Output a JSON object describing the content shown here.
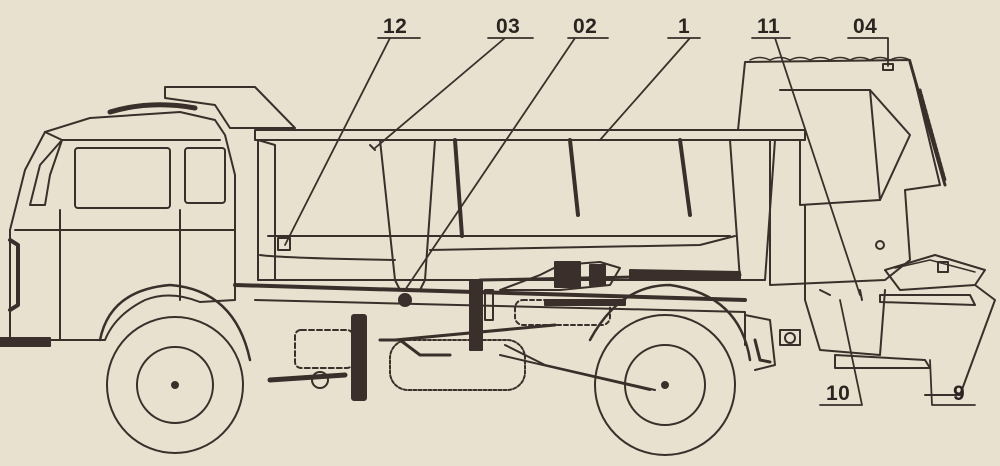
{
  "diagram": {
    "colors": {
      "ink": "#3a2f2a",
      "paper": "#e9e1cf"
    },
    "callouts": [
      {
        "id": "c12",
        "text": "12"
      },
      {
        "id": "c03",
        "text": "03"
      },
      {
        "id": "c02",
        "text": "02"
      },
      {
        "id": "c1",
        "text": "1"
      },
      {
        "id": "c11",
        "text": "11"
      },
      {
        "id": "c04",
        "text": "04"
      },
      {
        "id": "c10",
        "text": "10"
      },
      {
        "id": "c9",
        "text": "9"
      }
    ]
  }
}
